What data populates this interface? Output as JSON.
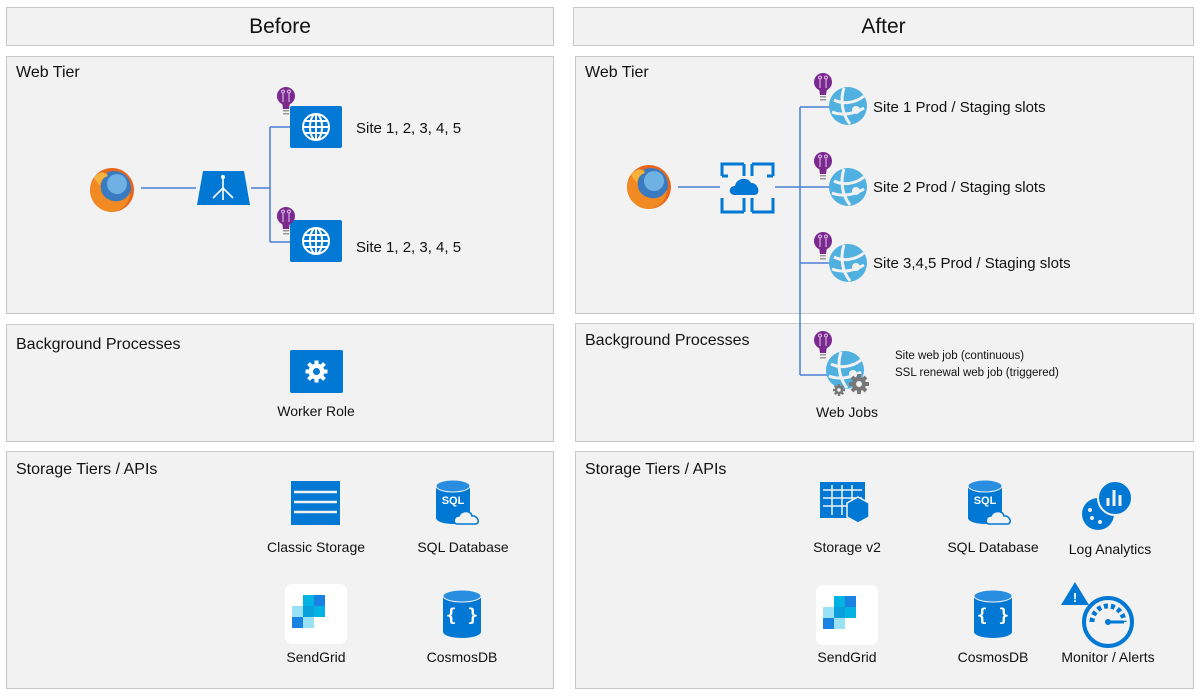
{
  "before": {
    "title": "Before",
    "web_tier": {
      "title": "Web Tier",
      "sites": [
        "Site 1, 2, 3, 4, 5",
        "Site 1, 2, 3, 4, 5"
      ]
    },
    "background": {
      "title": "Background Processes",
      "worker": "Worker Role"
    },
    "storage": {
      "title": "Storage Tiers / APIs",
      "items": [
        "Classic Storage",
        "SQL Database",
        "SendGrid",
        "CosmosDB"
      ]
    }
  },
  "after": {
    "title": "After",
    "web_tier": {
      "title": "Web Tier",
      "sites": [
        "Site 1 Prod / Staging slots",
        "Site 2 Prod / Staging slots",
        "Site 3,4,5 Prod / Staging slots"
      ]
    },
    "background": {
      "title": "Background Processes",
      "webjobs_label": "Web Jobs",
      "jobs": [
        "Site web job (continuous)",
        "SSL renewal web job (triggered)"
      ]
    },
    "storage": {
      "title": "Storage Tiers / APIs",
      "items": [
        "Storage v2",
        "SQL Database",
        "Log Analytics",
        "SendGrid",
        "CosmosDB",
        "Monitor / Alerts"
      ]
    }
  },
  "colors": {
    "azure_blue": "#0078d4",
    "light_blue": "#50b0e0",
    "insights_purple": "#7a2a8e",
    "panel_bg": "#f2f2f2",
    "connector": "#4a7fd4"
  }
}
